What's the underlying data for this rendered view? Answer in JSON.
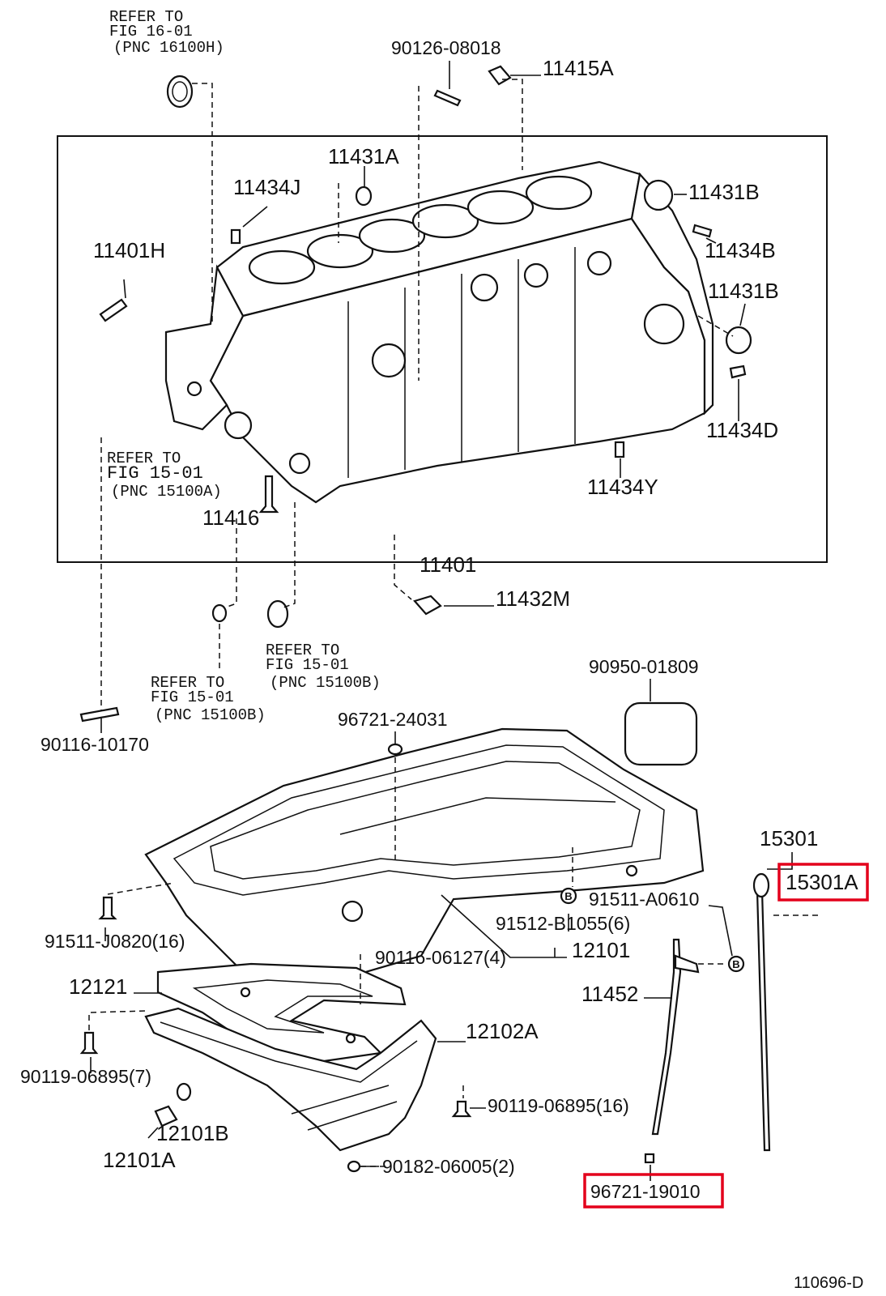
{
  "diagram_code": "110696-D",
  "highlight_color": "#e3001b",
  "references": {
    "seal_16": [
      "REFER TO",
      "FIG 16-01",
      "(PNC 16100H)"
    ],
    "block_15a": [
      "REFER TO",
      "FIG 15-01",
      "(PNC 15100A)"
    ],
    "seal_15b_right": [
      "REFER TO",
      "FIG 15-01",
      "(PNC 15100B)"
    ],
    "seal_15b_left": [
      "REFER TO",
      "FIG 15-01",
      "(PNC 15100B)"
    ]
  },
  "parts": {
    "p90126": "90126-08018",
    "p11415A": "11415A",
    "p11431A": "11431A",
    "p11434J": "11434J",
    "p11431B_top": "11431B",
    "p11434B": "11434B",
    "p11401H": "11401H",
    "p11431B_mid": "11431B",
    "p11434D": "11434D",
    "p11434Y": "11434Y",
    "p11416": "11416",
    "p11401": "11401",
    "p11432M": "11432M",
    "p90950": "90950-01809",
    "p96721_24": "96721-24031",
    "p90116_10": "90116-10170",
    "p15301": "15301",
    "p15301A": "15301A",
    "p91511_A": "91511-A0610",
    "p91512": "91512-B1055(6)",
    "p91511_J": "91511-J0820(16)",
    "p12101": "12101",
    "p90116_06": "90116-06127(4)",
    "p12121": "12121",
    "p11452": "11452",
    "p12102A": "12102A",
    "p90119_7": "90119-06895(7)",
    "p90119_16": "90119-06895(16)",
    "p12101B": "12101B",
    "p12101A": "12101A",
    "p90182": "90182-06005(2)",
    "p96721_19": "96721-19010"
  },
  "marker_b": "B",
  "highlighted_parts": [
    "15301A",
    "96721-19010"
  ]
}
